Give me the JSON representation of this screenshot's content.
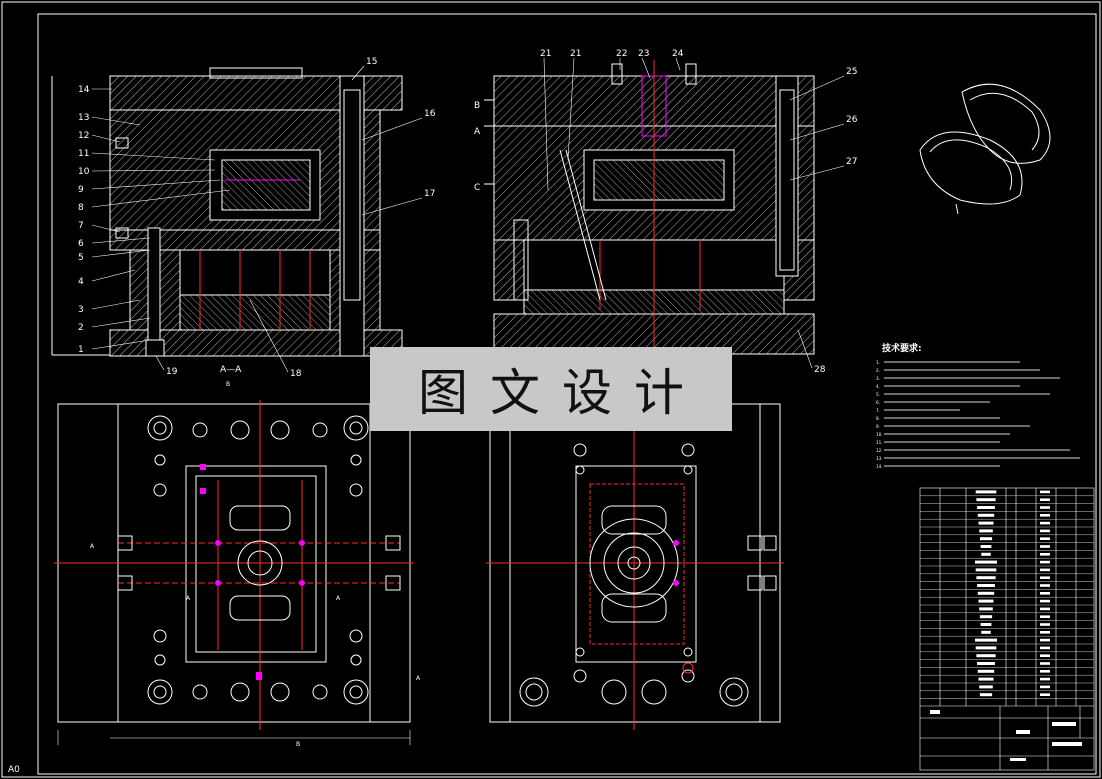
{
  "watermark": {
    "text": "图文设计"
  },
  "drawing": {
    "sheet_size": "A0",
    "section_label": "A—A",
    "view_markers": {
      "A": "A",
      "B": "B",
      "C": "C"
    },
    "callouts_left": [
      "14",
      "13",
      "12",
      "11",
      "10",
      "9",
      "8",
      "7",
      "6",
      "5",
      "4",
      "3",
      "2",
      "1"
    ],
    "callouts_top_left": [
      "15",
      "16",
      "17"
    ],
    "callouts_bottom_left": [
      "19",
      "18"
    ],
    "callouts_right": [
      "21",
      "21",
      "22",
      "23",
      "24",
      "25",
      "26",
      "27",
      "28"
    ],
    "tech_title": "技术要求:",
    "tech_lines": [
      "1.",
      "2.",
      "3.",
      "4.",
      "5.",
      "6.",
      "7.",
      "8.",
      "9.",
      "10.",
      "11.",
      "12.",
      "13.",
      "14."
    ]
  },
  "colors": {
    "background": "#000000",
    "line": "#ffffff",
    "center_line": "#ff2a2a",
    "accent": "#ff00ff",
    "watermark_bg": "#c8c8c8"
  }
}
